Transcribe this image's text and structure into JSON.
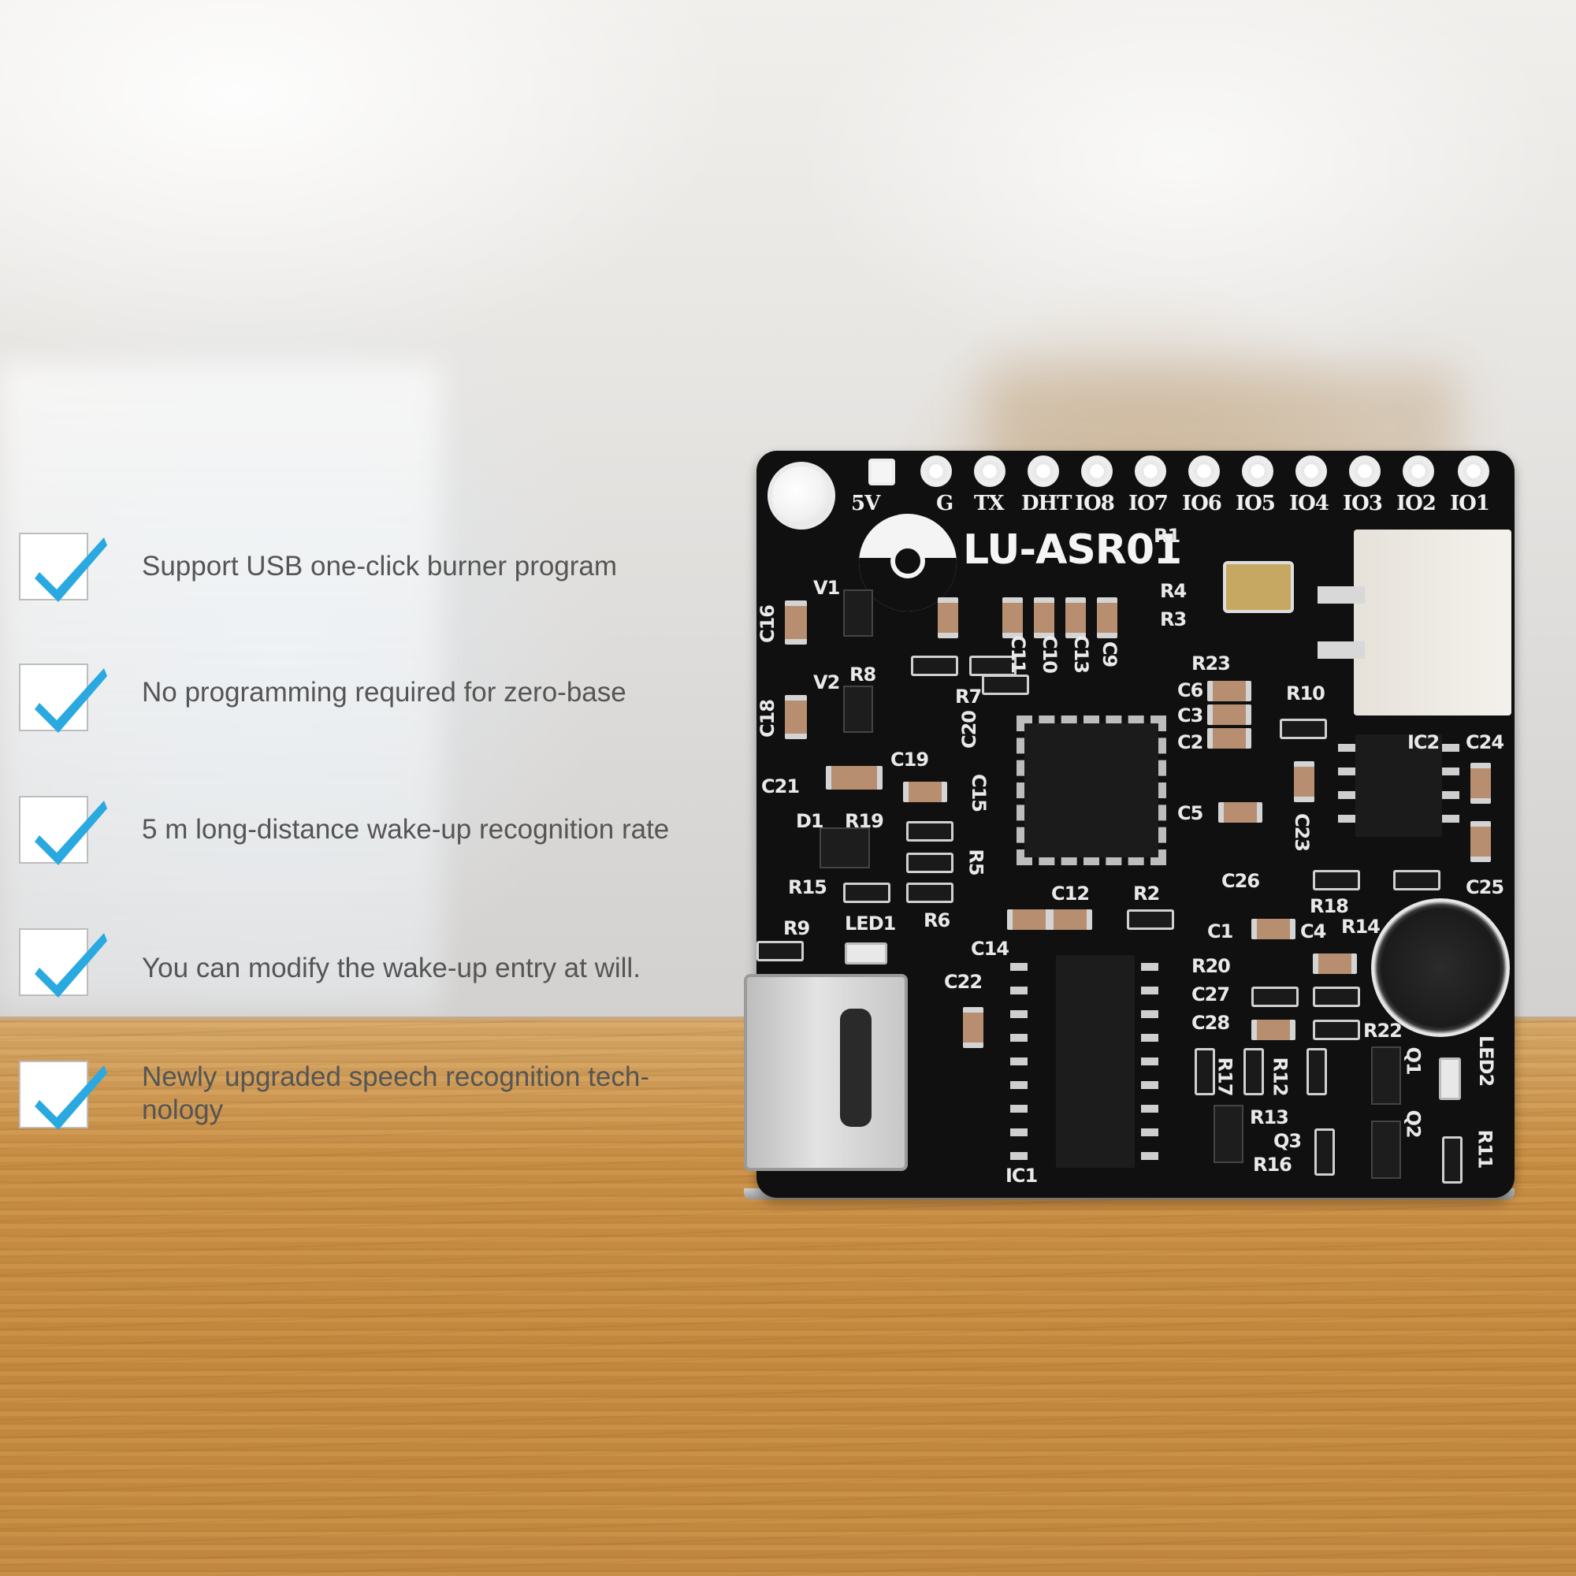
{
  "features": [
    {
      "text": "Support USB one-click burner program"
    },
    {
      "text": "No programming required for zero-base"
    },
    {
      "text": "5 m long-distance wake-up recognition rate"
    },
    {
      "text": "You can modify the wake-up entry at will."
    },
    {
      "text": "Newly upgraded speech recognition tech-nology"
    }
  ],
  "board": {
    "model": "LU-ASR01",
    "pins": [
      "5V",
      "G",
      "TX",
      "DHT",
      "IO8",
      "IO7",
      "IO6",
      "IO5",
      "IO4",
      "IO3",
      "IO2",
      "IO1"
    ],
    "silkscreen": [
      "V1",
      "V2",
      "R8",
      "R7",
      "C16",
      "C18",
      "C19",
      "C20",
      "C21",
      "D1",
      "R19",
      "R15",
      "R9",
      "LED1",
      "R6",
      "R5",
      "C15",
      "C12",
      "R2",
      "C14",
      "C22",
      "IC1",
      "C11",
      "C10",
      "C13",
      "C9",
      "R23",
      "C6",
      "C3",
      "C2",
      "C5",
      "R10",
      "IC2",
      "C24",
      "C23",
      "C26",
      "C25",
      "R18",
      "R14",
      "C1",
      "C4",
      "R20",
      "C27",
      "C28",
      "R17",
      "R12",
      "R13",
      "Q3",
      "R16",
      "R22",
      "Q1",
      "LED2",
      "Q2",
      "R11",
      "R4",
      "R1",
      "R3"
    ]
  },
  "colors": {
    "check": "#2aa9e0",
    "feature_text": "#555555",
    "pcb": "#101010"
  }
}
